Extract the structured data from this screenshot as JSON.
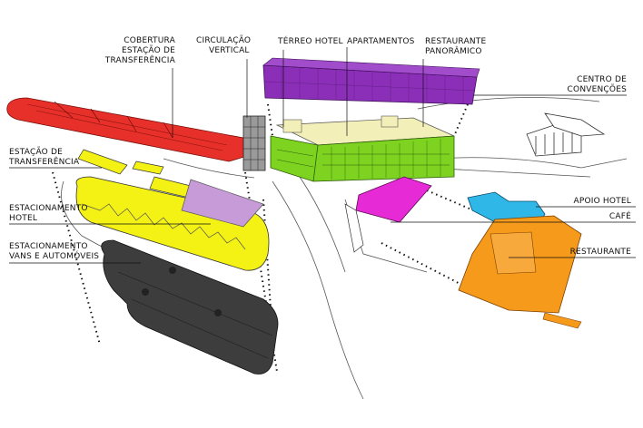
{
  "labels": {
    "cobertura_1": "COBERTURA",
    "cobertura_2": "ESTAÇÃO DE",
    "cobertura_3": "TRANSFERÊNCIA",
    "circulacao_1": "CIRCULAÇÃO",
    "circulacao_2": "VERTICAL",
    "terreo": "TÉRREO HOTEL",
    "apartamentos": "APARTAMENTOS",
    "restaurante_pan_1": "RESTAURANTE",
    "restaurante_pan_2": "PANORÂMICO",
    "centro_1": "CENTRO DE",
    "centro_2": "CONVENÇÕES",
    "estacao_1": "ESTAÇÃO DE",
    "estacao_2": "TRANSFERÊNCIA",
    "est_hotel_1": "ESTACIONAMENTO",
    "est_hotel_2": "HOTEL",
    "est_vans_1": "ESTACIONAMENTO",
    "est_vans_2": "VANS E AUTOMÓVEIS",
    "apoio": "APOIO HOTEL",
    "cafe": "CAFÉ",
    "restaurante": "RESTAURANTE"
  },
  "colors": {
    "red": "#e8302a",
    "yellow": "#f4f215",
    "lilac": "#c79ad8",
    "dark": "#3d3d3d",
    "purple": "#8b2fb8",
    "green": "#7ed321",
    "cream": "#f3efb8",
    "magenta": "#e52ad6",
    "cyan": "#2fb7e8",
    "orange": "#f59a1b"
  }
}
